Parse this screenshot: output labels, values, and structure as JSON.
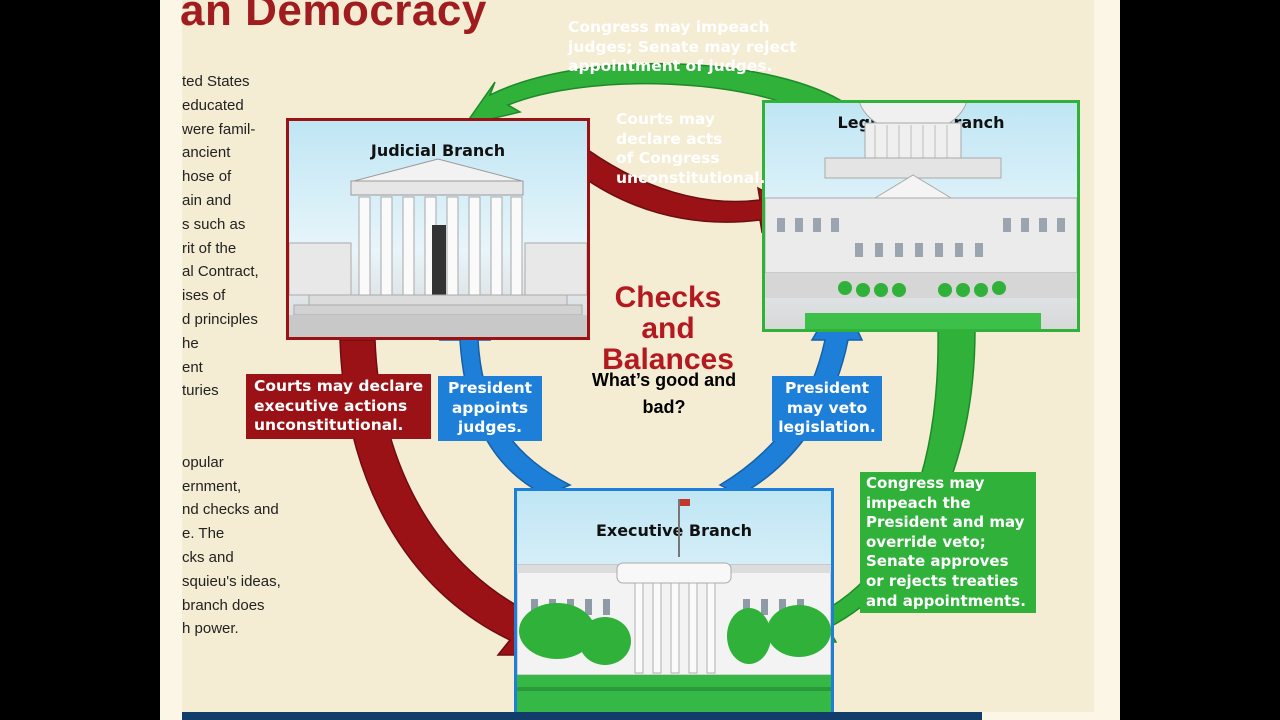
{
  "heading": "an Democracy",
  "left_column": [
    "ted States",
    "educated",
    "were famil-",
    "ancient",
    "hose of",
    "ain and",
    "s such as",
    "rit of the",
    "al Contract,",
    "ises of",
    "d principles",
    "he",
    "ent",
    "turies",
    "",
    "",
    "opular",
    "ernment,",
    "nd checks and",
    "e. The",
    "cks and",
    "squieu's ideas,",
    "branch does",
    "h power."
  ],
  "diagram": {
    "center_title": [
      "Checks",
      "and",
      "Balances"
    ],
    "question": [
      "What’s good and",
      "bad?"
    ],
    "branches": {
      "judicial": "Judicial Branch",
      "legislative": "Legislative Branch",
      "executive": "Executive Branch"
    },
    "labels": {
      "congress_impeach_judges": [
        "Congress may impeach",
        "judges; Senate may reject",
        "appointment of judges."
      ],
      "courts_declare_congress": [
        "Courts may",
        "declare acts",
        "of Congress",
        "unconstitutional."
      ],
      "courts_declare_executive": [
        "Courts may declare",
        "executive actions",
        "unconstitutional."
      ],
      "president_appoints": [
        "President",
        "appoints",
        "judges."
      ],
      "president_veto": [
        "President",
        "may veto",
        "legislation."
      ],
      "congress_impeach_president": [
        "Congress may",
        "impeach the",
        "President and may",
        "override veto;",
        "Senate approves",
        "or rejects treaties",
        "and appointments."
      ]
    }
  },
  "colors": {
    "red": "#9b1216",
    "blue": "#1e7fd8",
    "green": "#2fb13a",
    "heading": "#a01c1f"
  }
}
